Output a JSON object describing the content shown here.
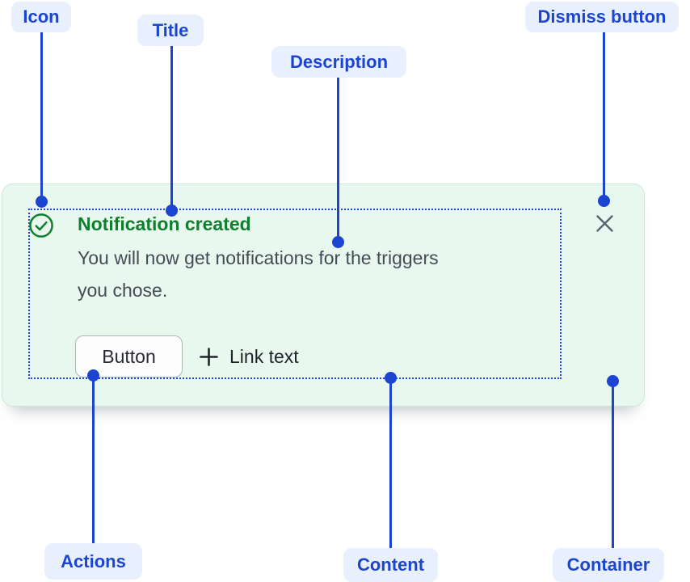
{
  "callouts": [
    {
      "id": "icon",
      "label": "Icon"
    },
    {
      "id": "title",
      "label": "Title"
    },
    {
      "id": "description",
      "label": "Description"
    },
    {
      "id": "dismiss-button",
      "label": "Dismiss button"
    },
    {
      "id": "actions",
      "label": "Actions"
    },
    {
      "id": "content",
      "label": "Content"
    },
    {
      "id": "container",
      "label": "Container"
    }
  ],
  "notification": {
    "title": "Notification created",
    "description_line_1": "You will now get notifications for the triggers",
    "description_line_2": "you chose.",
    "actions": {
      "button_label": "Button",
      "link_label": "Link text"
    },
    "icons": {
      "status": "check-circle-icon",
      "link_prefix": "plus-icon",
      "dismiss": "close-icon"
    }
  },
  "colors": {
    "callout_blue": "#1B45D0",
    "callout_pill_bg": "#E9F0FD",
    "success_green": "#117D2F",
    "container_bg": "#E9F8EF",
    "container_border": "#C8E9D6",
    "description_text": "#454B55",
    "dismiss_gray": "#5A626E"
  }
}
